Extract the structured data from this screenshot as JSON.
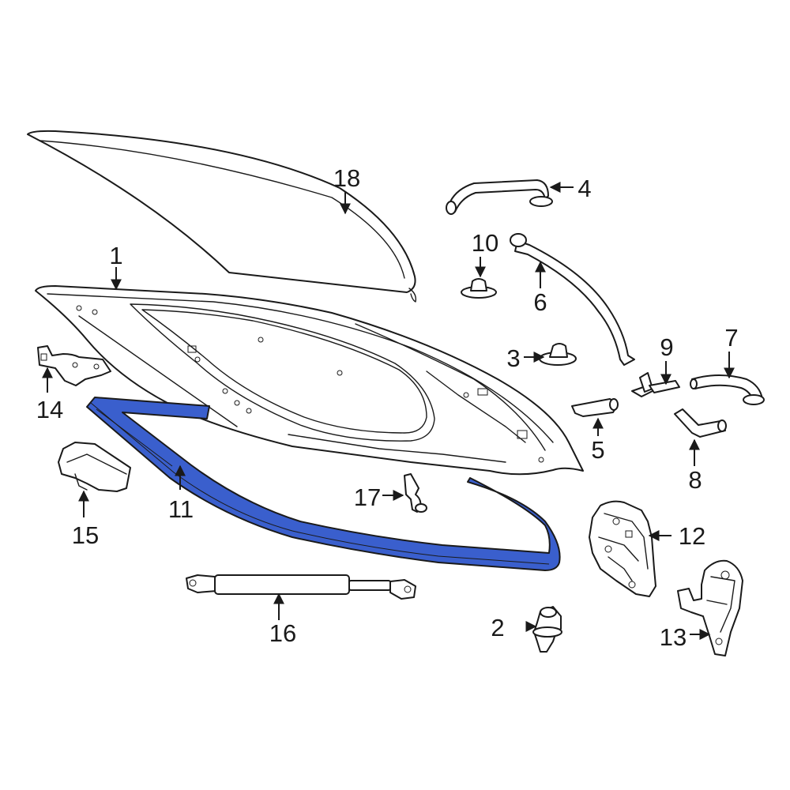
{
  "callouts": {
    "c1": "1",
    "c2": "2",
    "c3": "3",
    "c4": "4",
    "c5": "5",
    "c6": "6",
    "c7": "7",
    "c8": "8",
    "c9": "9",
    "c10": "10",
    "c11": "11",
    "c12": "12",
    "c13": "13",
    "c14": "14",
    "c15": "15",
    "c16": "16",
    "c17": "17",
    "c18": "18"
  },
  "colors": {
    "highlight_fill": "#3a5fcd",
    "line": "#1a1a1a",
    "background": "#ffffff"
  },
  "highlighted_part": "11"
}
